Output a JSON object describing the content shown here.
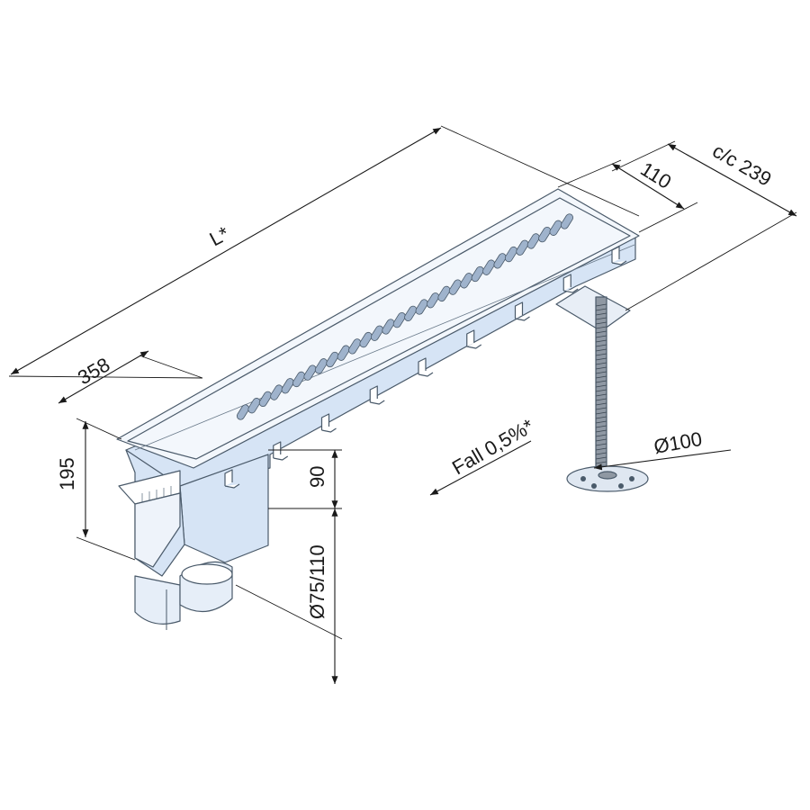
{
  "dimensions": {
    "length": "L*",
    "offset": "358",
    "width": "110",
    "centre_spacing": "c/c 239",
    "height": "195",
    "depth": "90",
    "outlet_diameter": "Ø75/110",
    "foot_diameter": "Ø100"
  },
  "annotations": {
    "fall": "Fall 0,5%*"
  },
  "colors": {
    "channel_fill": "#d6e4f5",
    "grate_fill": "#f3f7fc",
    "slot_fill": "#9fb3cc",
    "outline": "#4a5a6a",
    "dimension_lines": "#1a1a1a"
  }
}
